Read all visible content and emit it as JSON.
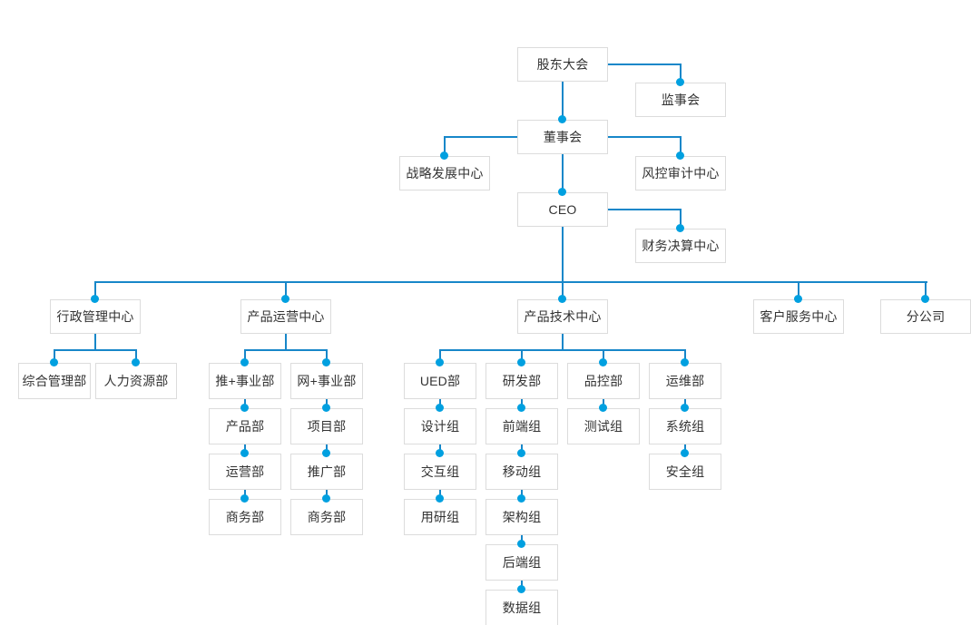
{
  "chart": {
    "title": "",
    "type": "org-chart",
    "colors": {
      "connector_line": "#1787c9",
      "connector_dot": "#00a0e0",
      "node_border": "#dcdcdc",
      "node_text": "#333333",
      "background": "#ffffff"
    }
  },
  "nodes": {
    "shareholders_meeting": "股东大会",
    "board_of_supervisors": "监事会",
    "board_of_directors": "董事会",
    "strategy_development_center": "战略发展中心",
    "risk_audit_center": "风控审计中心",
    "ceo": "CEO",
    "finance_settlement_center": "财务决算中心",
    "admin_management_center": "行政管理中心",
    "general_management_dept": "综合管理部",
    "human_resources_dept": "人力资源部",
    "product_operations_center": "产品运营中心",
    "tui_business_unit": "推+事业部",
    "product_dept": "产品部",
    "operations_dept": "运营部",
    "business_dept_left": "商务部",
    "wang_business_unit": "网+事业部",
    "project_dept": "项目部",
    "promotion_dept": "推广部",
    "business_dept_right": "商务部",
    "product_tech_center": "产品技术中心",
    "ued_dept": "UED部",
    "design_group": "设计组",
    "interaction_group": "交互组",
    "user_research_group": "用研组",
    "rd_dept": "研发部",
    "frontend_group": "前端组",
    "mobile_group": "移动组",
    "architecture_group": "架构组",
    "backend_group": "后端组",
    "data_group": "数据组",
    "qa_dept": "品控部",
    "test_group": "测试组",
    "ops_dept": "运维部",
    "system_group": "系统组",
    "security_group": "安全组",
    "customer_service_center": "客户服务中心",
    "branch_company": "分公司"
  }
}
